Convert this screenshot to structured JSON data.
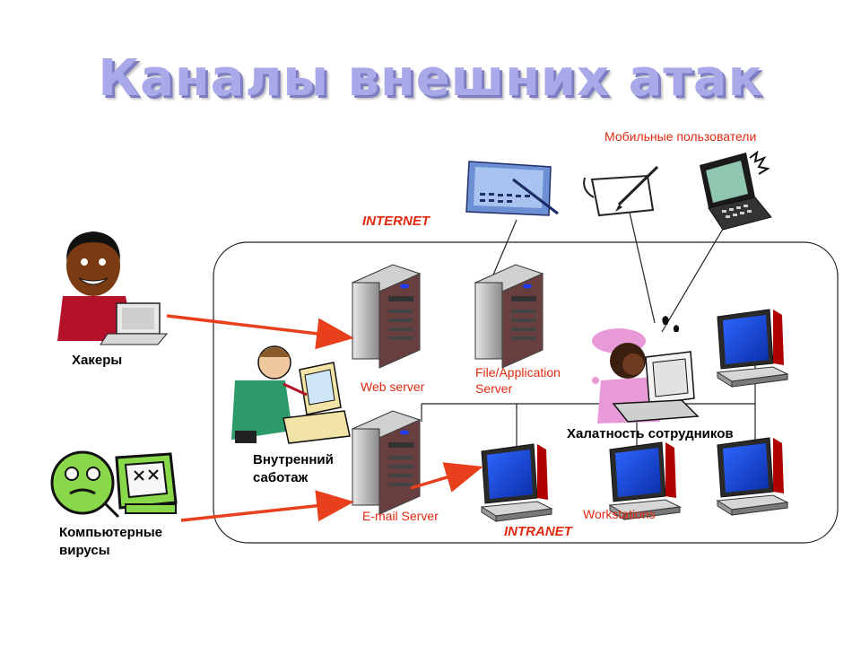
{
  "title": "Каналы внешних атак",
  "labels": {
    "mobile_users": "Мобильные пользователи",
    "internet": "INTERNET",
    "intranet": "INTRANET",
    "hackers": "Хакеры",
    "web_server": "Web server",
    "file_server_line1": "File/Application",
    "file_server_line2": "Server",
    "email_server": "E-mail Server",
    "workstations": "Workstations",
    "negligence": "Халатность сотрудников",
    "sabotage_line1": "Внутренний",
    "sabotage_line2": "саботаж",
    "viruses_line1": "Компьютерные",
    "viruses_line2": "вирусы"
  },
  "colors": {
    "title": "#a9a9ea",
    "labels": "#e02a10",
    "arrows": "#e8401c",
    "server": "#a8a8a8",
    "monitor_screen": "#1e4ad8"
  }
}
